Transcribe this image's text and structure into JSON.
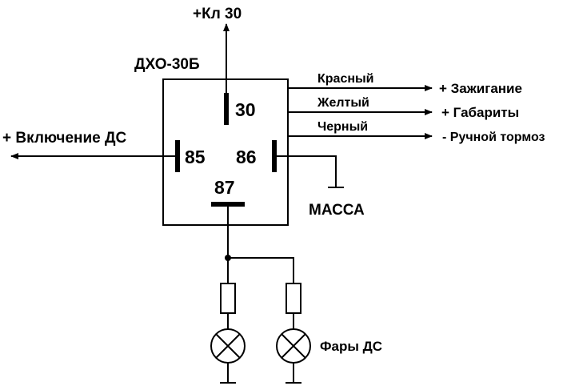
{
  "relay": {
    "name": "ДХО-30Б",
    "pins": {
      "p30": "30",
      "p85": "85",
      "p86": "86",
      "p87": "87"
    }
  },
  "top_terminal": "+Кл 30",
  "left_output": "+ Включение ДС",
  "wires": [
    {
      "color_label": "Красный",
      "target": "+ Зажигание"
    },
    {
      "color_label": "Желтый",
      "target": "+ Габариты"
    },
    {
      "color_label": "Черный",
      "target": "- Ручной тормоз"
    }
  ],
  "ground": "МАССА",
  "lamps_label": "Фары ДС",
  "colors": {
    "line": "#000000",
    "background": "#ffffff"
  },
  "icons": [
    "arrow-icon",
    "ground-icon",
    "fuse-icon",
    "lamp-icon",
    "junction-dot-icon"
  ]
}
